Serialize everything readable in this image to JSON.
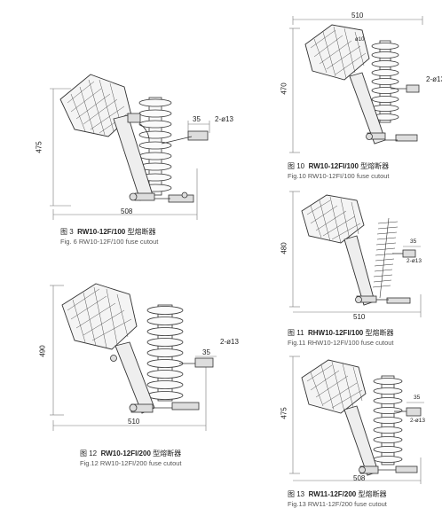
{
  "figures": [
    {
      "id": "fig3",
      "width_label": "508",
      "height_label": "475",
      "pitch_label": "35",
      "hole_label": "2-ø13",
      "extra_label": "",
      "caption_cn_num": "图 3",
      "caption_cn_model": "RW10-12F/100",
      "caption_cn_suffix": "型熔断器",
      "caption_en": "Fig. 6   RW10-12F/100 fuse cutout"
    },
    {
      "id": "fig10",
      "width_label": "510",
      "height_label": "470",
      "pitch_label": "",
      "hole_label": "2-ø13",
      "extra_label": "ø10",
      "caption_cn_num": "图 10",
      "caption_cn_model": "RW10-12FI/100",
      "caption_cn_suffix": "型熔断器",
      "caption_en": "Fig.10  RW10-12FI/100 fuse cutout"
    },
    {
      "id": "fig11",
      "width_label": "510",
      "height_label": "480",
      "pitch_label": "35",
      "hole_label": "2-ø13",
      "extra_label": "",
      "caption_cn_num": "图 11",
      "caption_cn_model": "RHW10-12FI/100",
      "caption_cn_suffix": "型熔断器",
      "caption_en": "Fig.11  RHW10-12FI/100 fuse cutout"
    },
    {
      "id": "fig12",
      "width_label": "510",
      "height_label": "490",
      "pitch_label": "35",
      "hole_label": "2-ø13",
      "extra_label": "",
      "caption_cn_num": "图 12",
      "caption_cn_model": "RW10-12FI/200",
      "caption_cn_suffix": "型熔断器",
      "caption_en": "Fig.12  RW10-12FI/200 fuse cutout"
    },
    {
      "id": "fig13",
      "width_label": "508",
      "height_label": "475",
      "pitch_label": "35",
      "hole_label": "2-ø13",
      "extra_label": "",
      "caption_cn_num": "图 13",
      "caption_cn_model": "RW11-12F/200",
      "caption_cn_suffix": "型熔断器",
      "caption_en": "Fig.13  RW11-12F/200 fuse cutout"
    }
  ]
}
